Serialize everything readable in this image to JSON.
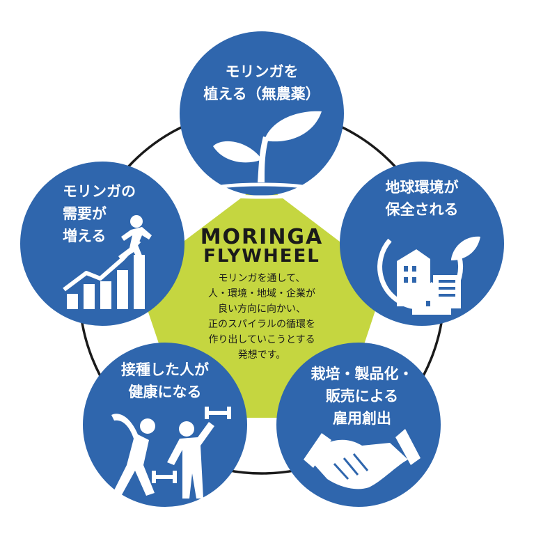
{
  "colors": {
    "node_fill": "#2f66ad",
    "center_fill": "#c5d640",
    "ring": "#1a1a1a",
    "icon": "#ffffff"
  },
  "center": {
    "title_line1": "MORINGA",
    "title_line2": "FLYWHEEL",
    "body": [
      "モリンガを通して、",
      "人・環境・地域・企業が",
      "良い方向に向かい、",
      "正のスパイラルの循環を",
      "作り出していこうとする",
      "発想です。"
    ]
  },
  "nodes": {
    "plant": {
      "lines": [
        "モリンガを",
        "植える（無農薬）"
      ],
      "icon": "sprout-icon"
    },
    "environment": {
      "lines": [
        "地球環境が",
        "保全される"
      ],
      "icon": "city-leaf-icon"
    },
    "industry": {
      "lines": [
        "栽培・製品化・",
        "販売による",
        "雇用創出"
      ],
      "icon": "handshake-icon"
    },
    "health": {
      "lines": [
        "接種した人が",
        "健康になる"
      ],
      "icon": "exercise-icon"
    },
    "demand": {
      "lines": [
        "モリンガの",
        "需要が",
        "増える"
      ],
      "icon": "growth-chart-icon"
    }
  }
}
